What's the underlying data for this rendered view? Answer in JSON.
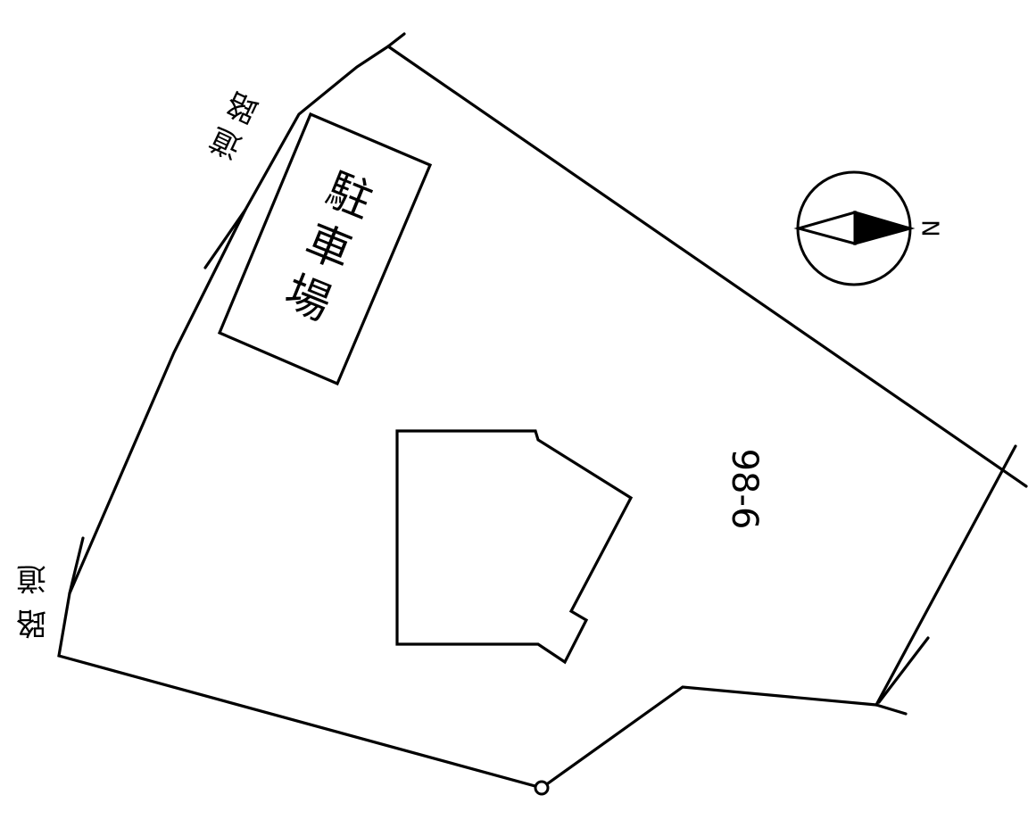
{
  "diagram": {
    "type": "site-plan",
    "colors": {
      "line": "#000000",
      "background": "#ffffff"
    },
    "labels": {
      "road_top": "道路",
      "road_left": "道路",
      "parking": "駐車場",
      "lot_number": "98-6",
      "north": "N"
    },
    "parking_chars": [
      "駐",
      "車",
      "場"
    ],
    "road_top_chars": [
      "道",
      "路"
    ],
    "road_left_chars": [
      "道",
      "路"
    ]
  }
}
